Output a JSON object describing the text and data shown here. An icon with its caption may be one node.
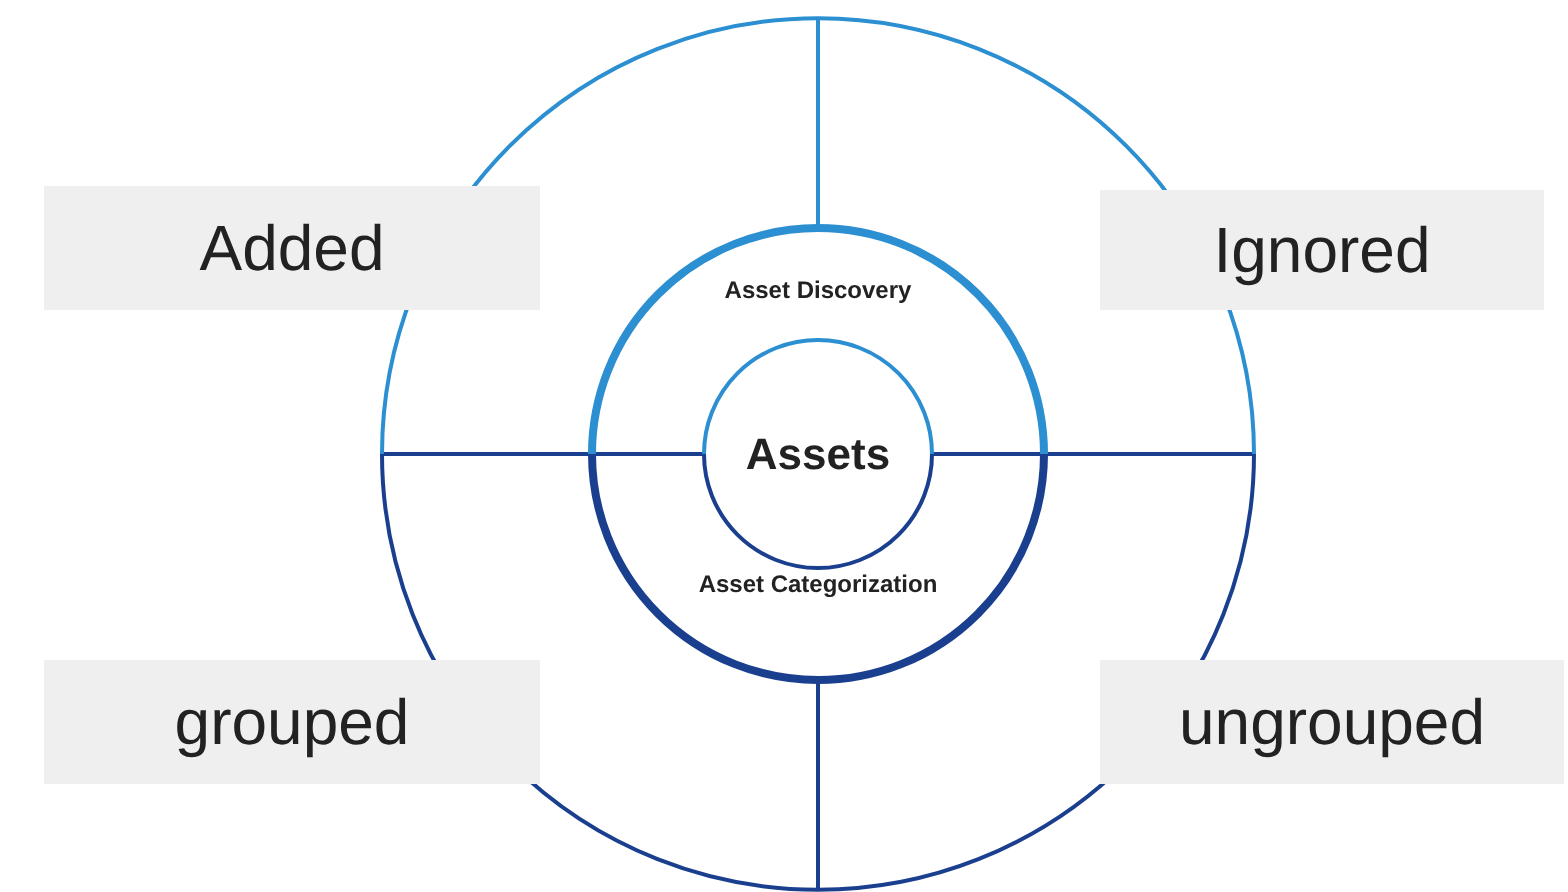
{
  "diagram": {
    "nodes": [
      {
        "text": [],
        "shape": "circle"
      },
      {
        "text": [
          "Asset Discovery",
          "Asset Categorization"
        ],
        "in": 0
      },
      {
        "text": [
          "Assets"
        ],
        "in": 1
      },
      {
        "text": [
          "Added"
        ]
      },
      {
        "text": [
          "Ignored"
        ]
      },
      {
        "text": [
          "grouped"
        ]
      },
      {
        "text": [
          "ungrouped"
        ]
      }
    ]
  }
}
